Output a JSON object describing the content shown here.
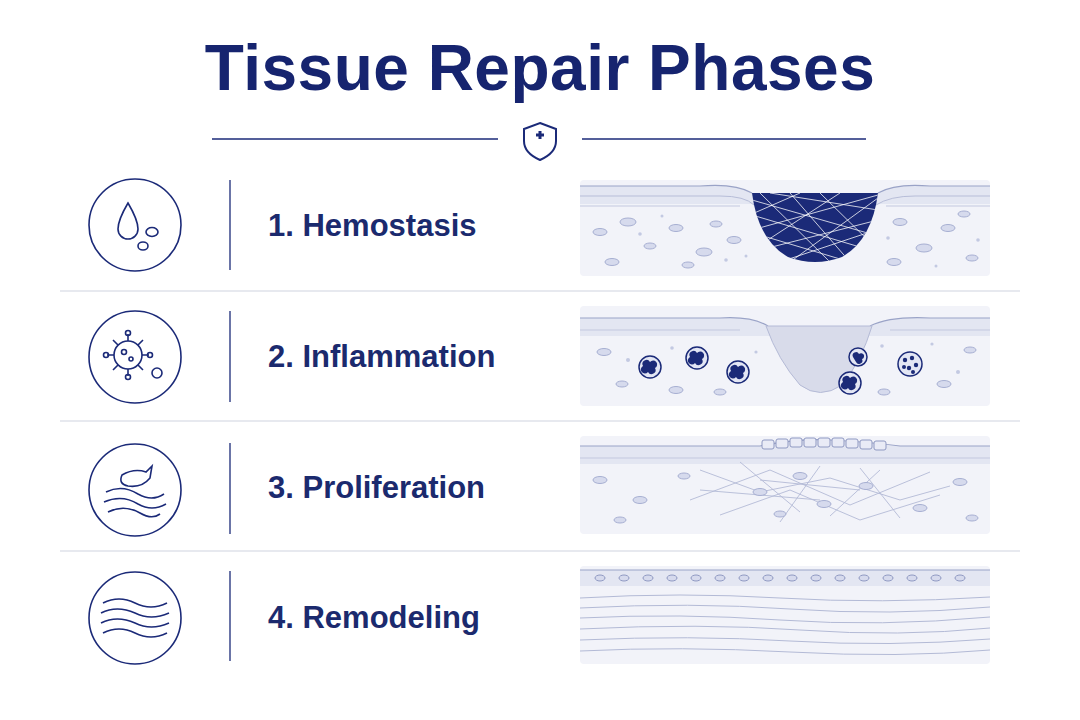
{
  "diagram": {
    "title": "Tissue Repair Phases",
    "nodes": [
      {
        "text": [
          "1. Hemostasis"
        ]
      },
      {
        "text": [
          "2. Inflammation"
        ]
      },
      {
        "text": [
          "3. Proliferation"
        ]
      },
      {
        "text": [
          "4. Remodeling"
        ]
      }
    ]
  }
}
